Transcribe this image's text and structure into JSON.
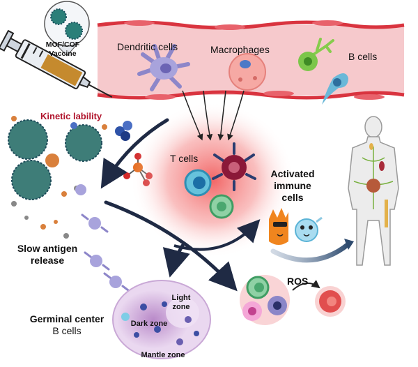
{
  "labels": {
    "vaccine": [
      "MOF/COF",
      "Vaccine"
    ],
    "dendritic": "Dendritic cells",
    "macrophages": "Macrophages",
    "bcells": "B cells",
    "kinetic": "Kinetic lability",
    "tcells": "T cells",
    "activated": [
      "Activated",
      "immune",
      "cells"
    ],
    "slow": [
      "Slow antigen",
      "release"
    ],
    "germinal": [
      "Germinal center",
      "B cells"
    ],
    "light_zone": [
      "Light",
      "zone"
    ],
    "dark_zone": "Dark zone",
    "mantle_zone": "Mantle zone",
    "ros": "ROS"
  },
  "colors": {
    "vessel_fill": "#f6c9cc",
    "vessel_wall": "#d9343f",
    "kinetic": "#b0142c",
    "arrow": "#1f2a44",
    "arrow_blue": "#2d4a6e",
    "germinal": "#d5b3de",
    "glow": "#f26b6b"
  }
}
